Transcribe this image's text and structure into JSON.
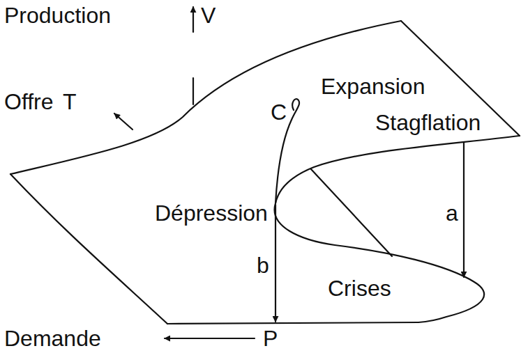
{
  "diagram": {
    "labels": [
      "Production",
      "V",
      "Offre",
      "T",
      "Expansion",
      "Stagflation",
      "C",
      "Dépression",
      "a",
      "b",
      "Crises",
      "Demande",
      "P"
    ]
  }
}
